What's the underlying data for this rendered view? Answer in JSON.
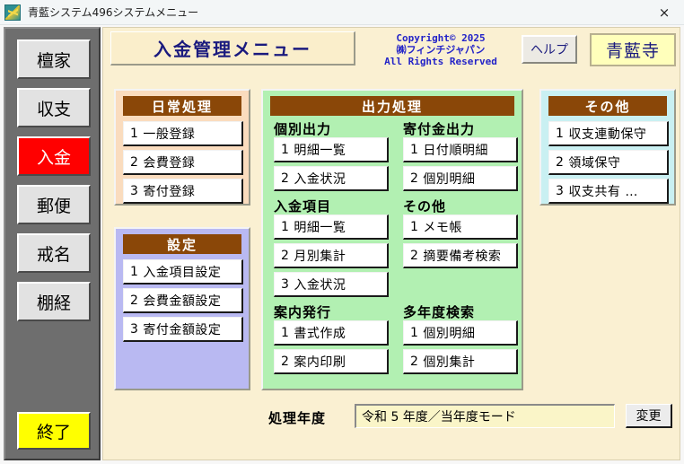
{
  "window": {
    "title": "青藍システム496システムメニュー",
    "app_icon": "finch-bird-icon",
    "close_label": "×"
  },
  "header": {
    "main_title": "入金管理メニュー",
    "copyright_line1": "Copyright© 2025",
    "copyright_line2": "㈱フィンチジャパン",
    "copyright_line3": "All Rights Reserved",
    "help_label": "ヘルプ",
    "temple_name": "青藍寺"
  },
  "sidebar": {
    "items": [
      {
        "label": "檀家",
        "active": false
      },
      {
        "label": "収支",
        "active": false
      },
      {
        "label": "入金",
        "active": true
      },
      {
        "label": "郵便",
        "active": false
      },
      {
        "label": "戒名",
        "active": false
      },
      {
        "label": "棚経",
        "active": false
      }
    ],
    "exit_label": "終了"
  },
  "panels": {
    "daily": {
      "title": "日常処理",
      "items": [
        {
          "num": "1",
          "label": "一般登録"
        },
        {
          "num": "2",
          "label": "会費登録"
        },
        {
          "num": "3",
          "label": "寄付登録"
        }
      ]
    },
    "config": {
      "title": "設定",
      "items": [
        {
          "num": "1",
          "label": "入金項目設定"
        },
        {
          "num": "2",
          "label": "会費金額設定"
        },
        {
          "num": "3",
          "label": "寄付金額設定"
        }
      ]
    },
    "output": {
      "title": "出力処理",
      "groups": [
        {
          "label": "個別出力",
          "items": [
            {
              "num": "1",
              "label": "明細一覧"
            },
            {
              "num": "2",
              "label": "入金状況"
            }
          ]
        },
        {
          "label": "寄付金出力",
          "items": [
            {
              "num": "1",
              "label": "日付順明細"
            },
            {
              "num": "2",
              "label": "個別明細"
            }
          ]
        },
        {
          "label": "入金項目",
          "items": [
            {
              "num": "1",
              "label": "明細一覧"
            },
            {
              "num": "2",
              "label": "月別集計"
            },
            {
              "num": "3",
              "label": "入金状況"
            }
          ]
        },
        {
          "label": "その他",
          "items": [
            {
              "num": "1",
              "label": "メモ帳"
            },
            {
              "num": "2",
              "label": "摘要備考検索"
            }
          ]
        },
        {
          "label": "案内発行",
          "items": [
            {
              "num": "1",
              "label": "書式作成"
            },
            {
              "num": "2",
              "label": "案内印刷"
            }
          ]
        },
        {
          "label": "多年度検索",
          "items": [
            {
              "num": "1",
              "label": "個別明細"
            },
            {
              "num": "2",
              "label": "個別集計"
            }
          ]
        }
      ]
    },
    "other": {
      "title": "その他",
      "items": [
        {
          "num": "1",
          "label": "収支連動保守"
        },
        {
          "num": "2",
          "label": "領域保守"
        },
        {
          "num": "3",
          "label": "収支共有 …"
        }
      ]
    }
  },
  "footer": {
    "year_label": "処理年度",
    "year_value": "令和 5  年度／当年度モード",
    "change_label": "変更"
  },
  "colors": {
    "active_sidebar": "#ff0000",
    "exit_button": "#ffff00",
    "panel_header": "#8a4708",
    "daily_bg": "#fadcbe",
    "config_bg": "#b9b9f2",
    "output_bg": "#b2f0b2",
    "other_bg": "#c9f0f2",
    "content_bg": "#faf0d2",
    "title_text": "#1a1a7e"
  }
}
